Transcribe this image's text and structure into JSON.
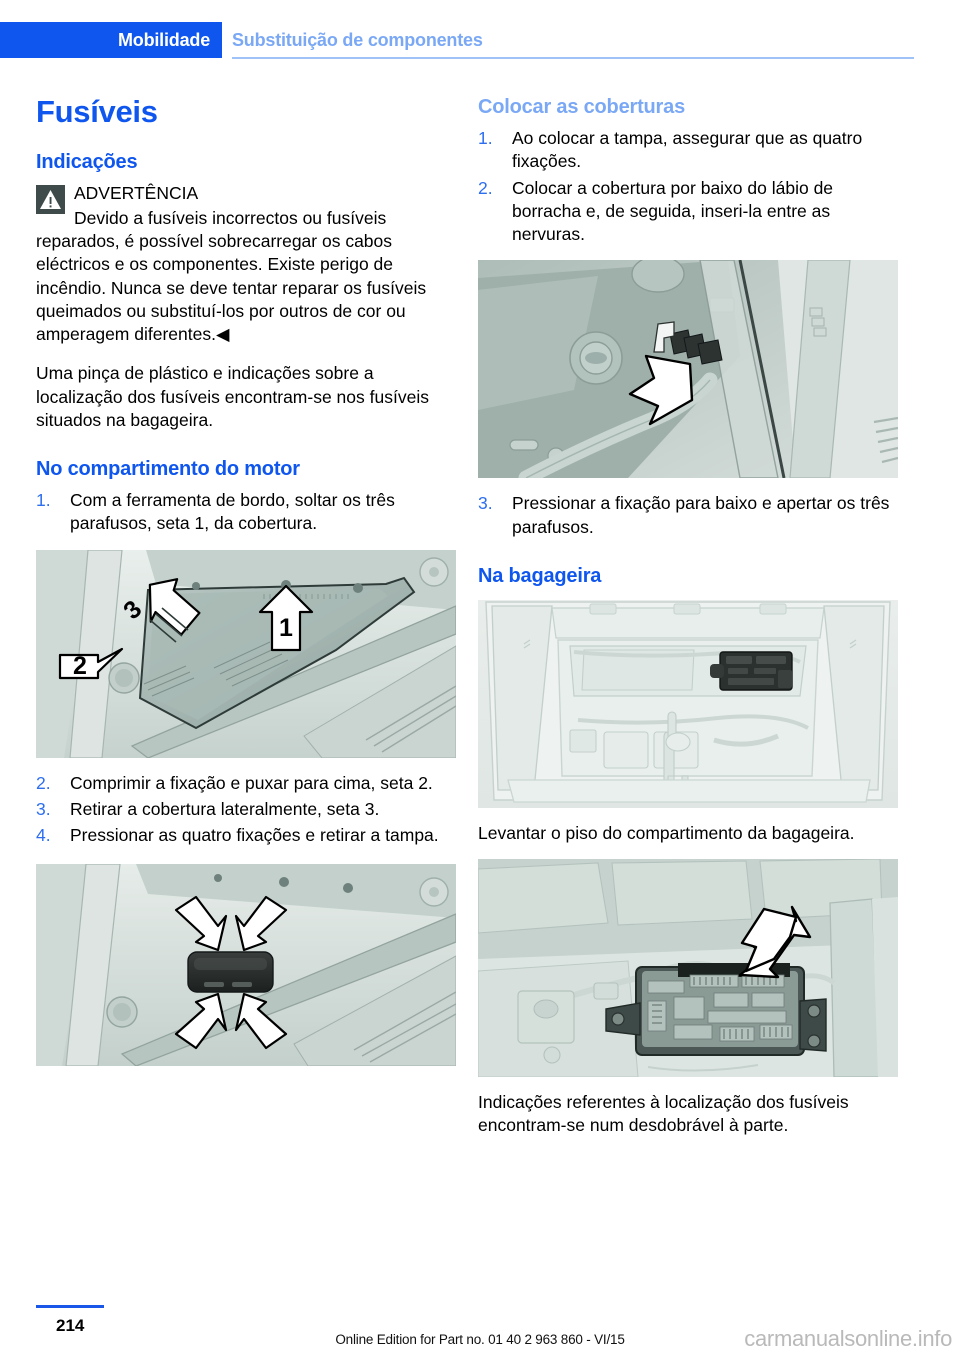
{
  "header": {
    "tag": "Mobilidade",
    "subtitle": "Substituição de componentes"
  },
  "left": {
    "title": "Fusíveis",
    "indicacoes_heading": "Indicações",
    "warning": {
      "label": "ADVERTÊNCIA",
      "icon": "warning-triangle-icon",
      "text": "Devido a fusíveis incorrectos ou fusíveis reparados, é possível sobrecarregar os cabos eléctricos e os componentes. Existe perigo de incêndio. Nunca se deve tentar reparar os fusíveis queimados ou substituí-los por outros de cor ou amperagem diferentes.◀"
    },
    "paragraph": "Uma pinça de plástico e indicações sobre a localização dos fusíveis encontram-se nos fusíveis situados na bagageira.",
    "motor_heading": "No compartimento do motor",
    "steps_motor_1": [
      {
        "num": "1.",
        "text": "Com a ferramenta de bordo, soltar os três parafusos, seta 1, da cobertura."
      }
    ],
    "figure1": {
      "name": "engine-compartment-cover-diagram",
      "arrow_labels": [
        "1",
        "2",
        "3"
      ]
    },
    "steps_motor_2": [
      {
        "num": "2.",
        "text": "Comprimir a fixação e puxar para cima, seta 2."
      },
      {
        "num": "3.",
        "text": "Retirar a cobertura lateralmente, seta 3."
      },
      {
        "num": "4.",
        "text": "Pressionar as quatro fixações e retirar a tampa."
      }
    ],
    "figure2": {
      "name": "four-clips-cover-diagram",
      "arrow_labels": []
    }
  },
  "right": {
    "coberturas_heading": "Colocar as coberturas",
    "steps_coberturas_1": [
      {
        "num": "1.",
        "text": "Ao colocar a tampa, assegurar que as quatro fixações."
      },
      {
        "num": "2.",
        "text": "Colocar a cobertura por baixo do lábio de borracha e, de seguida, inseri-la entre as nervuras."
      }
    ],
    "figure3": {
      "name": "rubber-lip-clip-diagram"
    },
    "steps_coberturas_2": [
      {
        "num": "3.",
        "text": "Pressionar a fixação para baixo e apertar os três parafusos."
      }
    ],
    "bagageira_heading": "Na bagageira",
    "figure4": {
      "name": "luggage-compartment-diagram"
    },
    "paragraph_1": "Levantar o piso do compartimento da bagageira.",
    "figure5": {
      "name": "luggage-fuse-box-diagram"
    },
    "paragraph_2": "Indicações referentes à localização dos fusíveis encontram-se num desdobrável à parte."
  },
  "footer": {
    "page": "214",
    "edition": "Online Edition for Part no. 01 40 2 963 860 - VI/15",
    "watermark": "carmanualsonline.info"
  },
  "colors": {
    "brand_blue": "#0f56ee",
    "light_blue": "#7aa8f5",
    "number_blue": "#2d6ef0",
    "warning_icon_bg": "#3e4b4a"
  }
}
